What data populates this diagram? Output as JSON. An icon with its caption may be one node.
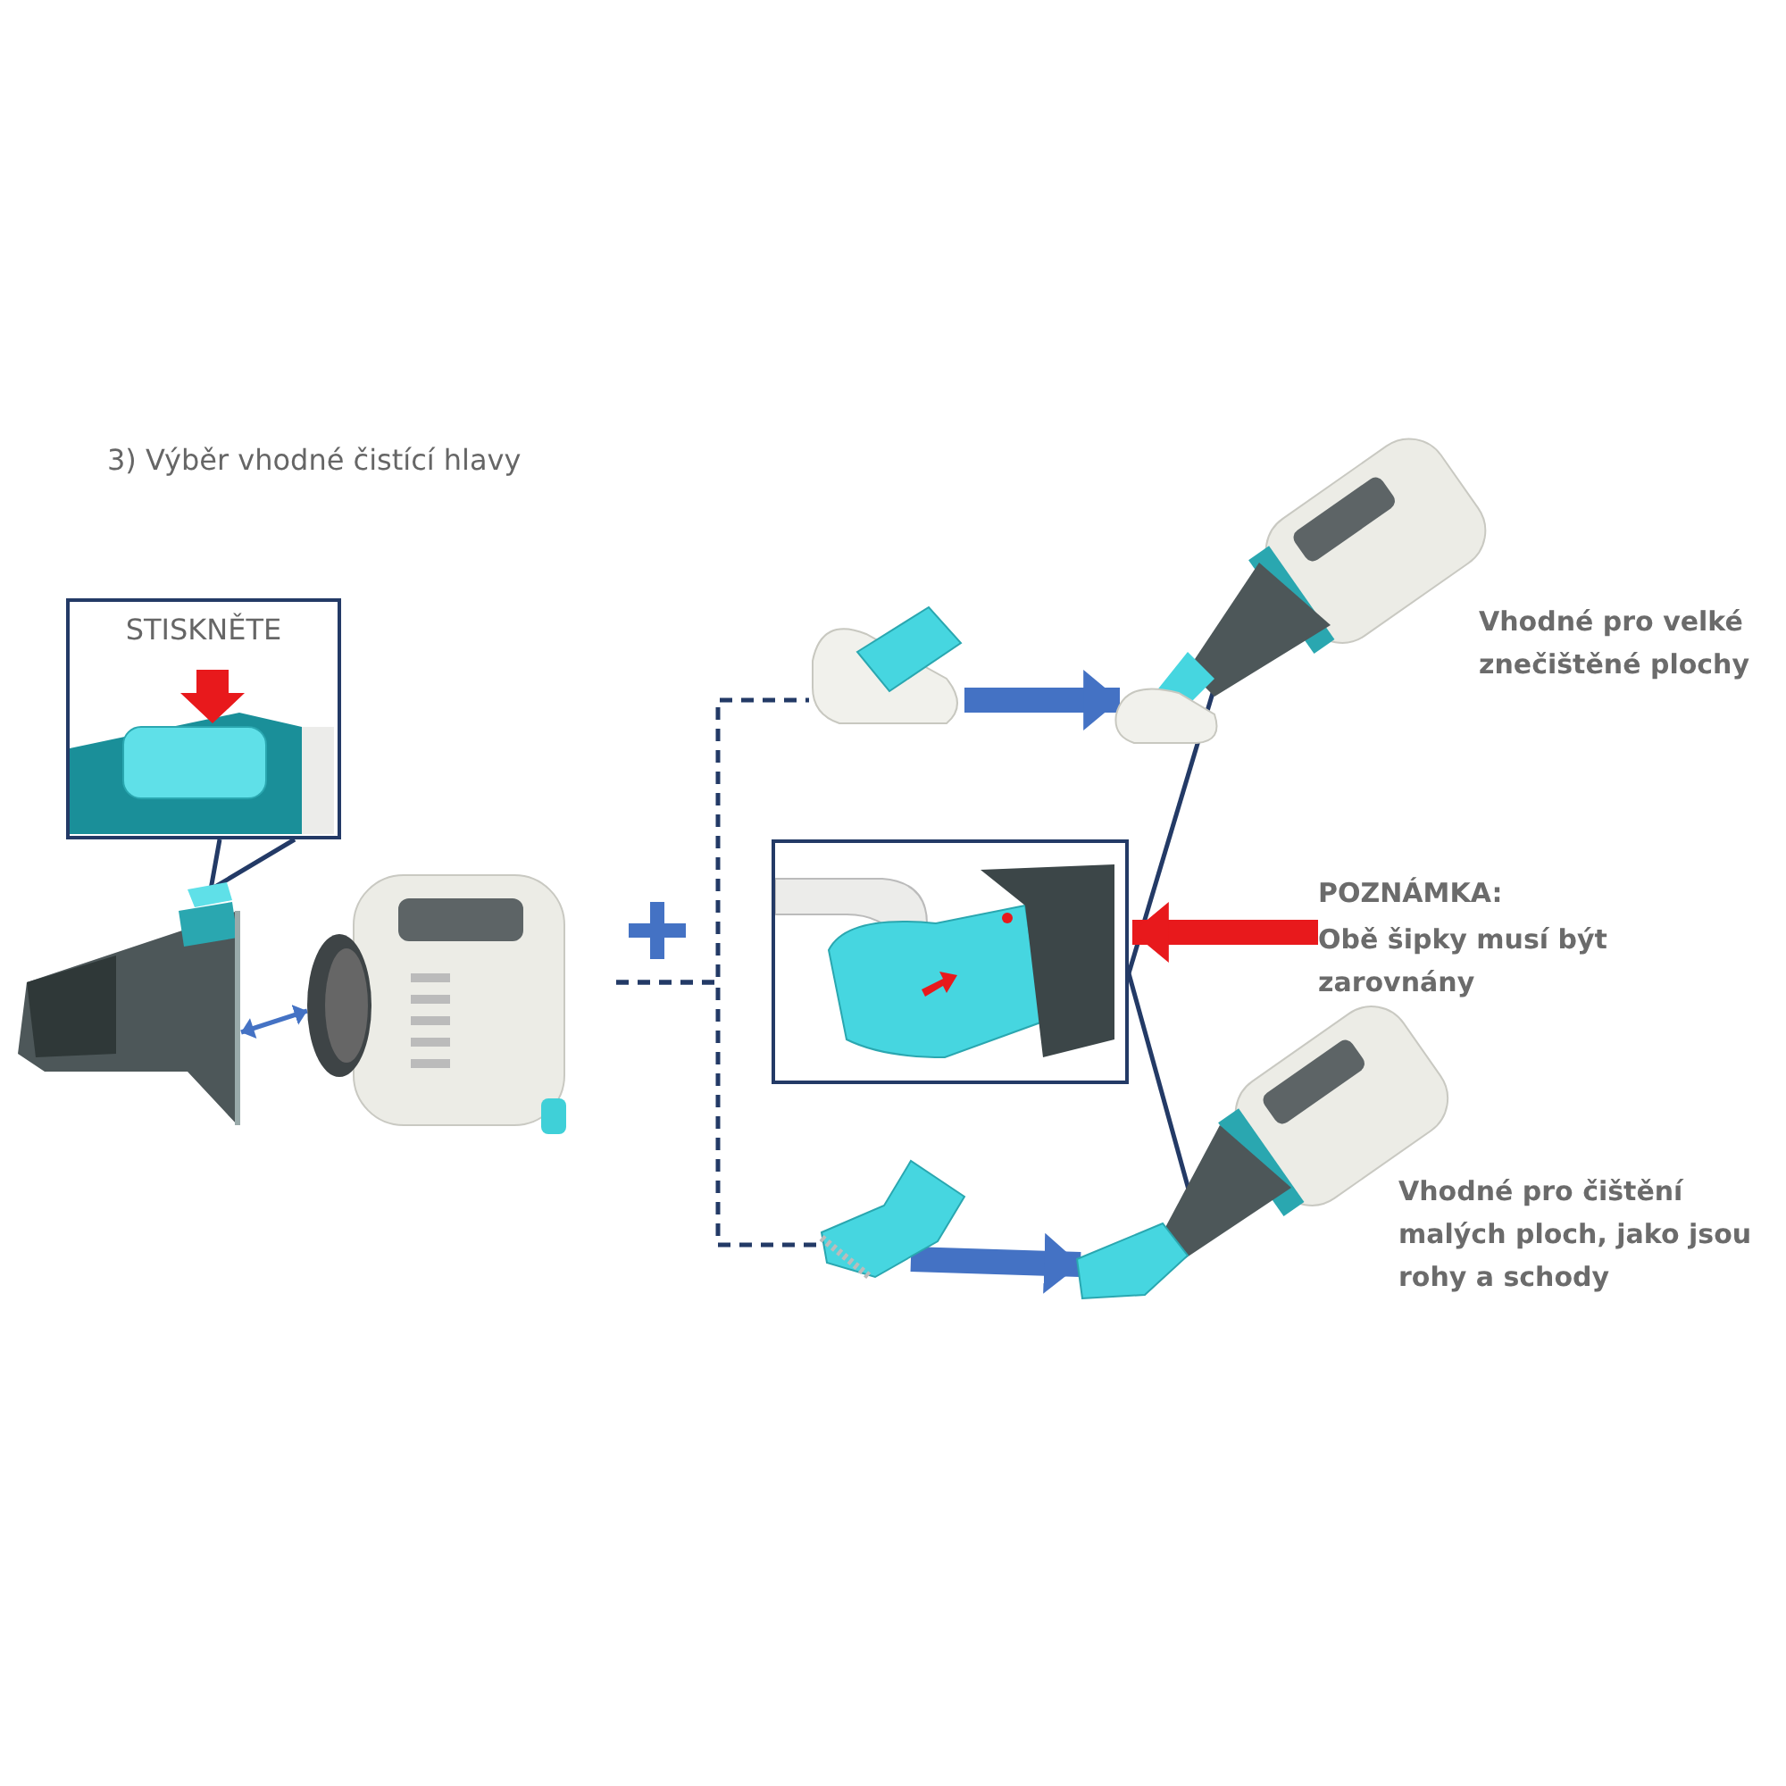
{
  "diagram": {
    "title": "3) Výběr vhodné čistící hlavy",
    "nodes": [
      {
        "text": [
          "STISKNĚTE"
        ]
      },
      {
        "text": [],
        "shape": "picture"
      },
      {
        "text": [],
        "shape": "picture"
      },
      {
        "text": [],
        "shape": "picture"
      },
      {
        "text": [],
        "shape": "picture",
        "beside": [
          "Vhodné pro velké znečištěné plochy"
        ]
      },
      {
        "text": [],
        "shape": "picture"
      },
      {
        "text": [],
        "shape": "picture"
      },
      {
        "text": [],
        "shape": "picture",
        "beside": [
          "Vhodné pro čištění malých ploch, jako jsou rohy a schody"
        ]
      },
      {
        "text": [
          "POZNÁMKA:",
          "Obě šipky musí být zarovnány"
        ]
      }
    ],
    "edges": [
      {
        "from": 0,
        "to": 1,
        "arrow": "none"
      },
      {
        "from": 1,
        "to": 2,
        "arrow": "both",
        "color": "#4472c4"
      },
      {
        "from": null,
        "to": 3,
        "arrow": "none",
        "style": "dashed"
      },
      {
        "from": null,
        "to": 6,
        "arrow": "none",
        "style": "dashed"
      },
      {
        "from": 3,
        "to": 4,
        "arrow": "to",
        "style": "thick",
        "color": "#4472c4"
      },
      {
        "from": 6,
        "to": 7,
        "arrow": "to",
        "style": "thick",
        "color": "#4472c4"
      },
      {
        "from": 5,
        "to": 4,
        "arrow": "none"
      },
      {
        "from": 5,
        "to": 7,
        "arrow": "none"
      },
      {
        "from": 8,
        "to": 5,
        "arrow": "to",
        "style": "thick",
        "color": "#e8191c"
      }
    ]
  }
}
